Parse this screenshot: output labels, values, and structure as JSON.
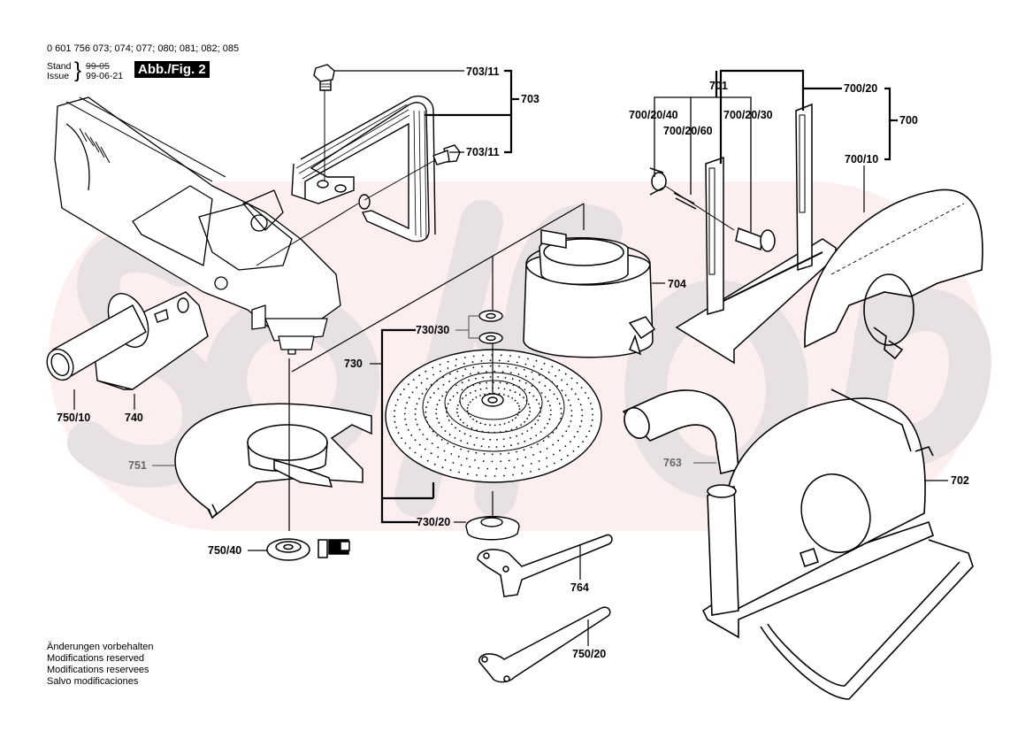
{
  "header": {
    "part_numbers": "0 601 756 073; 074; 077; 080; 081; 082; 085",
    "stand_label": "Stand",
    "issue_label": "Issue",
    "old_date_struck": "99-05",
    "issue_date": "99-06-21",
    "figure_badge": "Abb./Fig. 2"
  },
  "footer": {
    "lines": [
      "Änderungen vorbehalten",
      "Modifications reserved",
      "Modifications reservees",
      "Salvo modificaciones"
    ]
  },
  "watermark": {
    "text": "selfop",
    "band_color": "#fdeef0",
    "text_color": "#e6dfe1"
  },
  "parts": {
    "p703_11_top": "703/11",
    "p703": "703",
    "p703_11_bottom": "703/11",
    "p701": "701",
    "p700_20": "700/20",
    "p700": "700",
    "p700_20_40": "700/20/40",
    "p700_20_60": "700/20/60",
    "p700_20_30": "700/20/30",
    "p700_10": "700/10",
    "p704": "704",
    "p730_30": "730/30",
    "p730": "730",
    "p750_10": "750/10",
    "p740": "740",
    "p751": "751",
    "p763": "763",
    "p702": "702",
    "p730_20": "730/20",
    "p750_40": "750/40",
    "p764": "764",
    "p750_20": "750/20"
  },
  "components": [
    {
      "id": "angle-grinder",
      "name": "Angle grinder body"
    },
    {
      "id": "703",
      "name": "Bow handle"
    },
    {
      "id": "701",
      "name": "Cutting stand"
    },
    {
      "id": "700_10",
      "name": "Cutting guard"
    },
    {
      "id": "704",
      "name": "Extraction adapter"
    },
    {
      "id": "730",
      "name": "Sanding disc with washers"
    },
    {
      "id": "740",
      "name": "Side handle bracket"
    },
    {
      "id": "750_10",
      "name": "Auxiliary handle"
    },
    {
      "id": "751",
      "name": "Protective guard"
    },
    {
      "id": "763",
      "name": "Extraction elbow"
    },
    {
      "id": "702",
      "name": "Cutting guide with extraction hood"
    },
    {
      "id": "730_20",
      "name": "Backing flange"
    },
    {
      "id": "750_40",
      "name": "Clamping nut"
    },
    {
      "id": "764",
      "name": "Pin spanner (bent)"
    },
    {
      "id": "750_20",
      "name": "Pin spanner (straight)"
    }
  ]
}
